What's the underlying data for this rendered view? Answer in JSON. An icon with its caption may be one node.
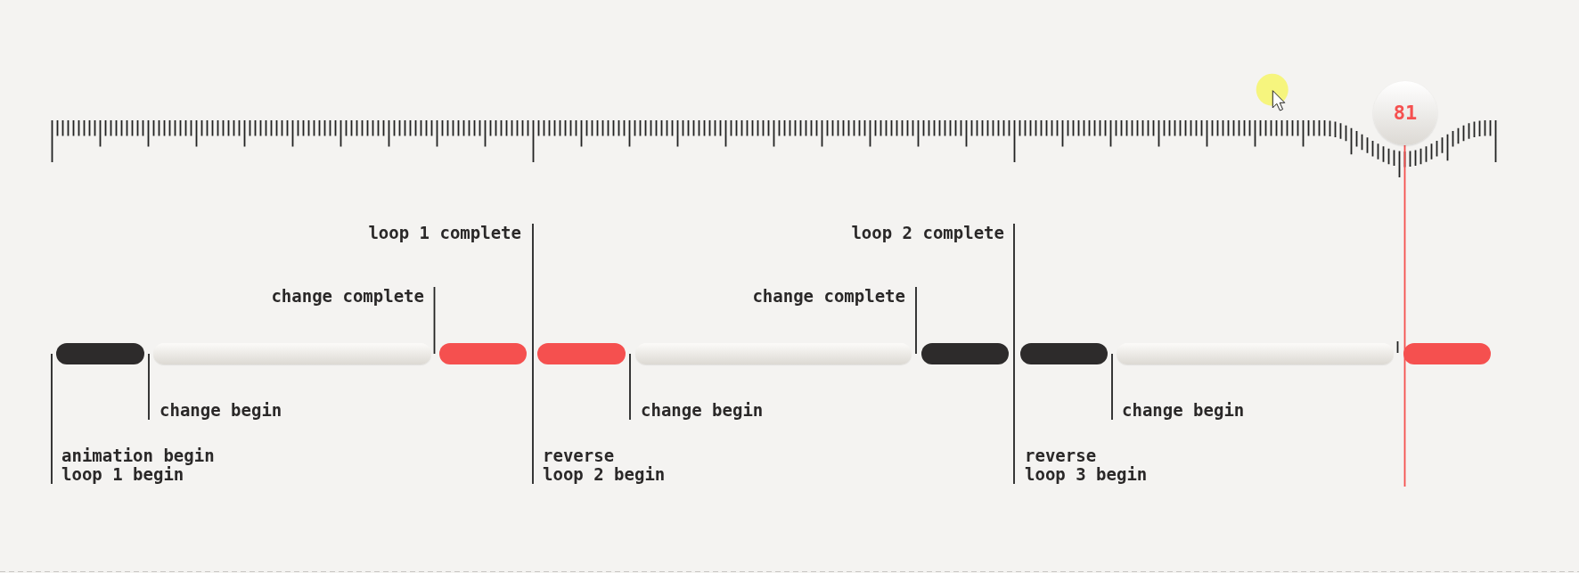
{
  "diagram": {
    "nodes": [
      {
        "text": [
          "81"
        ]
      },
      {
        "text": [
          "loop 1 complete"
        ]
      },
      {
        "text": [
          "loop 2 complete"
        ]
      },
      {
        "text": [
          "change complete"
        ]
      },
      {
        "text": [
          "change complete"
        ]
      },
      {
        "text": [],
        "shape": "bar"
      },
      {
        "text": [],
        "shape": "bar"
      },
      {
        "text": [],
        "shape": "bar"
      },
      {
        "text": [],
        "shape": "bar"
      },
      {
        "text": [],
        "shape": "bar"
      },
      {
        "text": [],
        "shape": "bar"
      },
      {
        "text": [],
        "shape": "bar"
      },
      {
        "text": [],
        "shape": "bar"
      },
      {
        "text": [],
        "shape": "bar"
      },
      {
        "text": [
          "change begin"
        ]
      },
      {
        "text": [
          "change begin"
        ]
      },
      {
        "text": [
          "change begin"
        ]
      },
      {
        "text": [
          "animation begin",
          "loop 1 begin"
        ]
      },
      {
        "text": [
          "reverse",
          "loop 2 begin"
        ]
      },
      {
        "text": [
          "reverse",
          "loop 3 begin"
        ]
      }
    ],
    "edges": [
      {
        "from": 0,
        "to": null,
        "arrow": "none",
        "color": "#f5504f"
      },
      {
        "from": 1,
        "to": 7,
        "arrow": "none"
      },
      {
        "from": 2,
        "to": 10,
        "arrow": "none"
      },
      {
        "from": 3,
        "to": 6,
        "arrow": "none"
      },
      {
        "from": 4,
        "to": 10,
        "arrow": "none"
      },
      {
        "from": 14,
        "to": 5,
        "arrow": "none"
      },
      {
        "from": 15,
        "to": 8,
        "arrow": "none"
      },
      {
        "from": 16,
        "to": 11,
        "arrow": "none"
      },
      {
        "from": 17,
        "to": 5,
        "arrow": "none"
      },
      {
        "from": 18,
        "to": 7,
        "arrow": "none"
      },
      {
        "from": 19,
        "to": 10,
        "arrow": "none"
      }
    ]
  }
}
